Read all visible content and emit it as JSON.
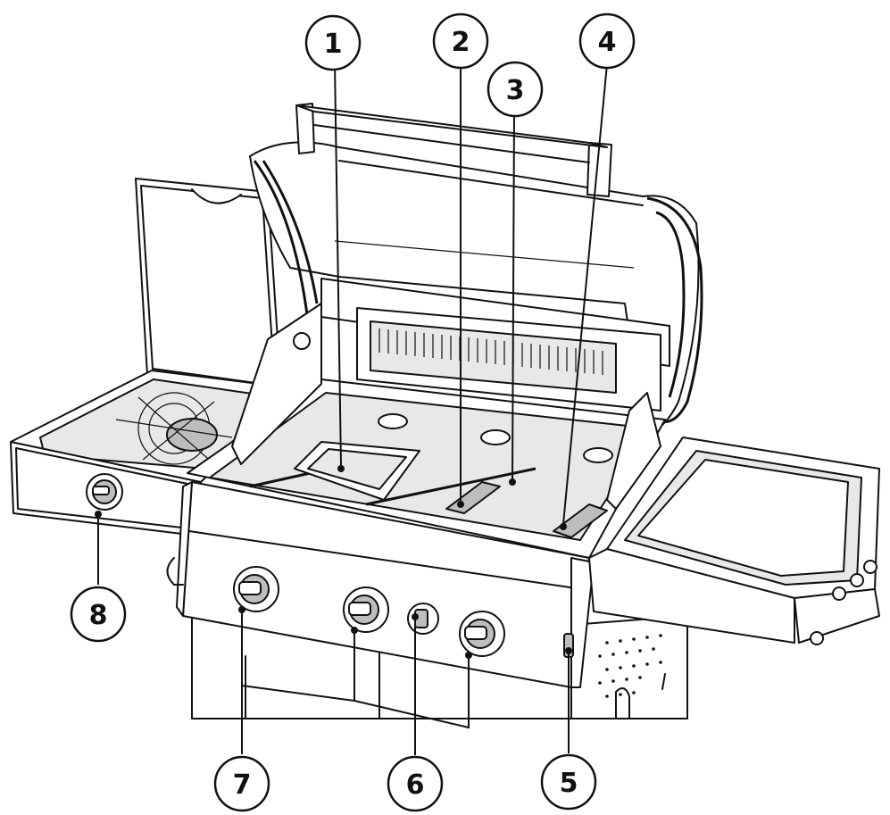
{
  "callouts": [
    {
      "label": "1"
    },
    {
      "label": "2"
    },
    {
      "label": "3"
    },
    {
      "label": "4"
    },
    {
      "label": "5"
    },
    {
      "label": "6"
    },
    {
      "label": "7"
    },
    {
      "label": "8"
    }
  ],
  "colors": {
    "line": "#111111",
    "background": "#ffffff",
    "shade": "#e8e8e8"
  }
}
